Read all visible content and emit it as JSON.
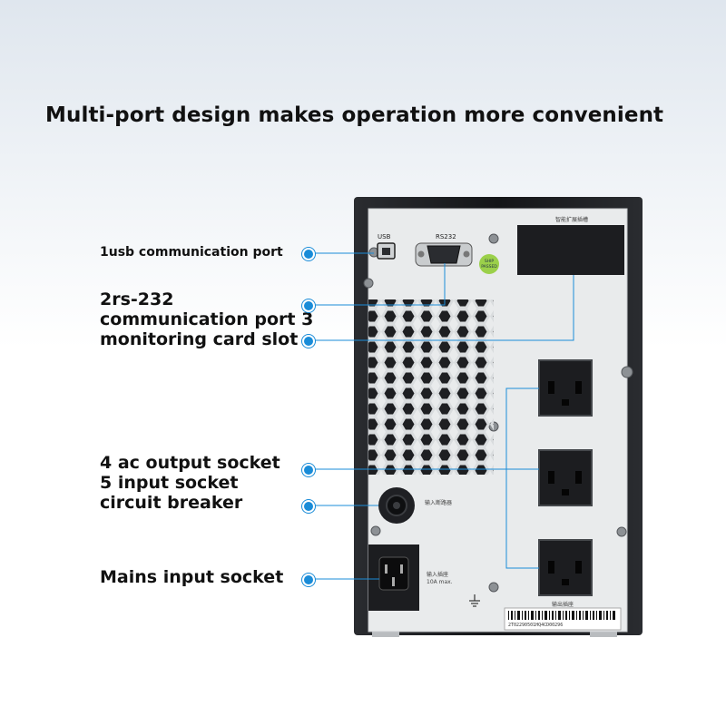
{
  "headline": "Multi-port design makes operation more convenient",
  "callouts": [
    {
      "id": "usb",
      "lines": [
        "1usb communication port"
      ]
    },
    {
      "id": "rs232",
      "lines": [
        "2rs-232",
        "communication port 3",
        "monitoring card slot"
      ]
    },
    {
      "id": "ac",
      "lines": [
        "4 ac output socket",
        "5 input socket",
        "circuit breaker"
      ]
    },
    {
      "id": "mains",
      "lines": [
        "Mains input socket"
      ]
    }
  ],
  "device": {
    "usb_label": "USB",
    "rs232_label": "RS232",
    "card_slot_label": "智能扩展插槽",
    "breaker_label": "输入断路器",
    "input_label_line1": "输入插座",
    "input_label_line2": "10A max.",
    "output_label": "输出插座",
    "sticker_line1": "SHIP",
    "sticker_line2": "PASSED",
    "serial": "2T02290501HQ4CD00296"
  },
  "colors": {
    "callout_line": "#1a8cd8",
    "panel": "#e9ebec",
    "housing": "#1b1d20"
  }
}
